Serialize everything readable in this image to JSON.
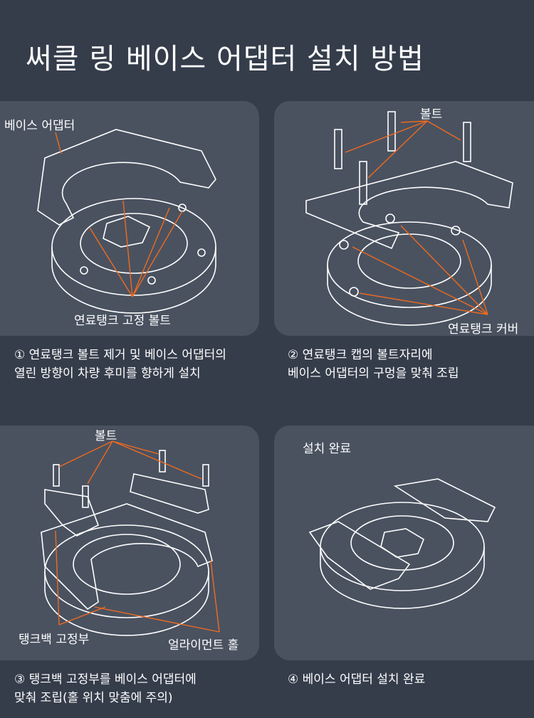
{
  "title": "써클 링 베이스 어댑터 설치 방법",
  "steps": [
    {
      "labels": {
        "adapter": "베이스 어댑터",
        "bolts": "연료탱크 고정 볼트"
      },
      "caption": [
        "① 연료탱크 볼트 제거 및 베이스 어댑터의",
        "열린 방향이 차량 후미를 향하게 설치"
      ]
    },
    {
      "labels": {
        "bolt": "볼트",
        "cover": "연료탱크 커버"
      },
      "caption": [
        "② 연료탱크 캡의 볼트자리에",
        "베이스 어댑터의 구멍을 맞춰 조립"
      ]
    },
    {
      "labels": {
        "bolt": "볼트",
        "tankbag": "탱크백 고정부",
        "align": "얼라이먼트 홀"
      },
      "caption": [
        "③ 탱크백 고정부를 베이스 어댑터에",
        "맞춰 조립(홀 위치 맞춤에 주의)"
      ]
    },
    {
      "labels": {
        "done": "설치 완료"
      },
      "caption": [
        "④ 베이스 어댑터 설치 완료"
      ]
    }
  ],
  "colors": {
    "background": "#353d4b",
    "panel": "#4a5260",
    "arrow": "#f06a1e"
  }
}
